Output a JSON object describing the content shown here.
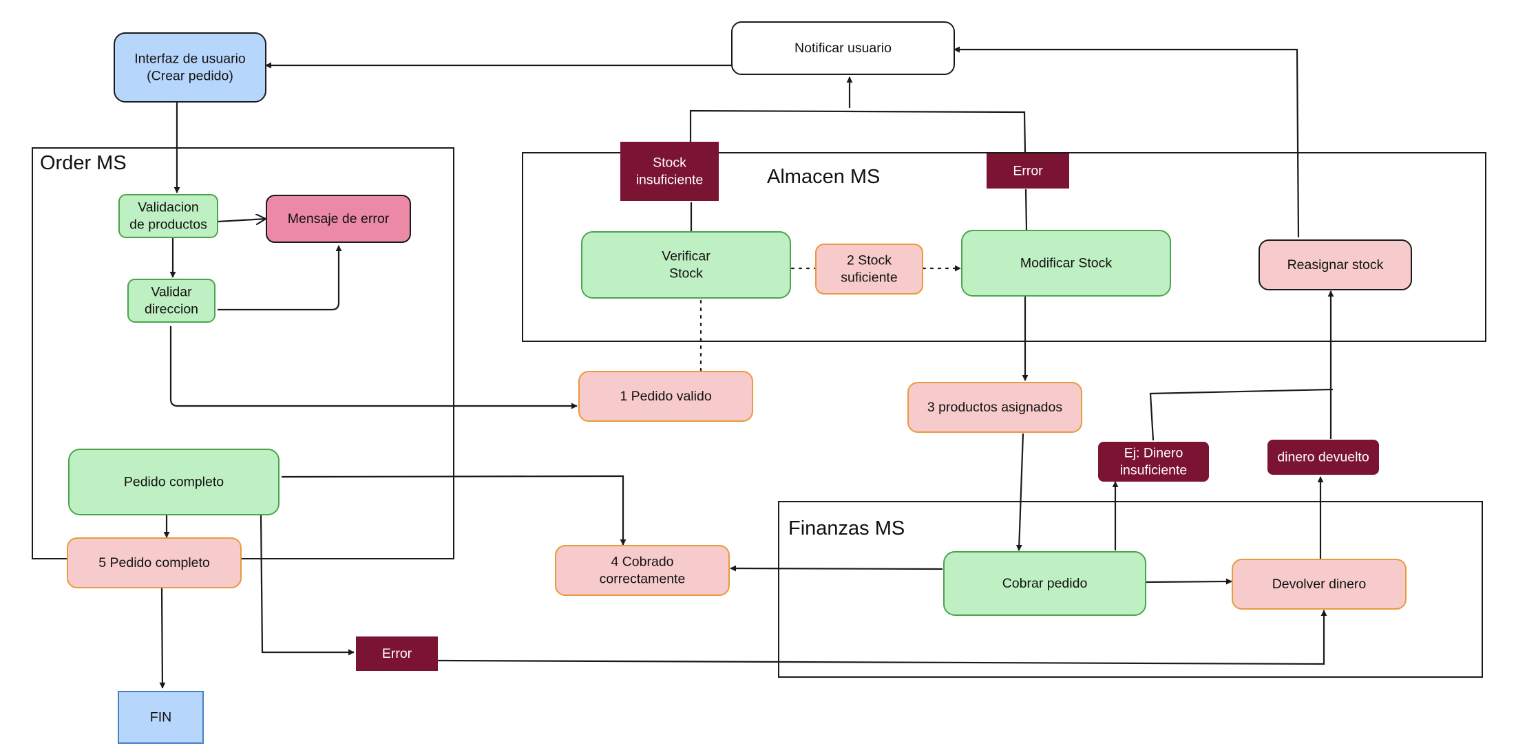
{
  "colors": {
    "blue_fill": "#b7d6fb",
    "blue_stroke": "#1a1a1a",
    "blue_end_fill": "#b7d6fb",
    "blue_end_stroke": "#4a7fc1",
    "green_fill": "#bff0c3",
    "green_stroke": "#4aa44c",
    "pink_fill": "#f7cbcb",
    "pink_stroke": "#e89a3c",
    "rose_fill": "#eb89a6",
    "rose_stroke": "#1a1a1a",
    "salmon_fill": "#f7cbcb",
    "salmon_stroke": "#1a1a1a",
    "maroon_fill": "#7b1432",
    "white_fill": "#ffffff",
    "white_stroke": "#1a1a1a"
  },
  "regions": {
    "order": {
      "label": "Order MS"
    },
    "almacen": {
      "label": "Almacen MS"
    },
    "finanzas": {
      "label": "Finanzas MS"
    }
  },
  "nodes": {
    "interfaz": {
      "lines": [
        "Interfaz de usuario",
        "(Crear pedido)"
      ]
    },
    "notificar": {
      "lines": [
        "Notificar usuario"
      ]
    },
    "validacion": {
      "lines": [
        "Validacion",
        "de productos"
      ]
    },
    "mensaje_error": {
      "lines": [
        "Mensaje de error"
      ]
    },
    "validar_direccion": {
      "lines": [
        "Validar",
        "direccion"
      ]
    },
    "stock_insuficiente": {
      "lines": [
        "Stock",
        "insuficiente"
      ]
    },
    "error_almacen": {
      "lines": [
        "Error"
      ]
    },
    "verificar_stock": {
      "lines": [
        "Verificar",
        "Stock"
      ]
    },
    "stock_suficiente": {
      "lines": [
        "2 Stock",
        "suficiente"
      ]
    },
    "modificar_stock": {
      "lines": [
        "Modificar Stock"
      ]
    },
    "reasignar_stock": {
      "lines": [
        "Reasignar stock"
      ]
    },
    "pedido_valido": {
      "lines": [
        "1 Pedido valido"
      ]
    },
    "productos_asignados": {
      "lines": [
        "3 productos asignados"
      ]
    },
    "dinero_insuficiente": {
      "lines": [
        "Ej: Dinero",
        "insuficiente"
      ]
    },
    "dinero_devuelto": {
      "lines": [
        "dinero devuelto"
      ]
    },
    "pedido_completo_main": {
      "lines": [
        "Pedido completo"
      ]
    },
    "pedido_completo_step": {
      "lines": [
        "5 Pedido completo"
      ]
    },
    "cobrado": {
      "lines": [
        "4 Cobrado",
        "correctamente"
      ]
    },
    "cobrar_pedido": {
      "lines": [
        "Cobrar pedido"
      ]
    },
    "devolver_dinero": {
      "lines": [
        "Devolver dinero"
      ]
    },
    "error_bottom": {
      "lines": [
        "Error"
      ]
    },
    "fin": {
      "lines": [
        "FIN"
      ]
    }
  }
}
